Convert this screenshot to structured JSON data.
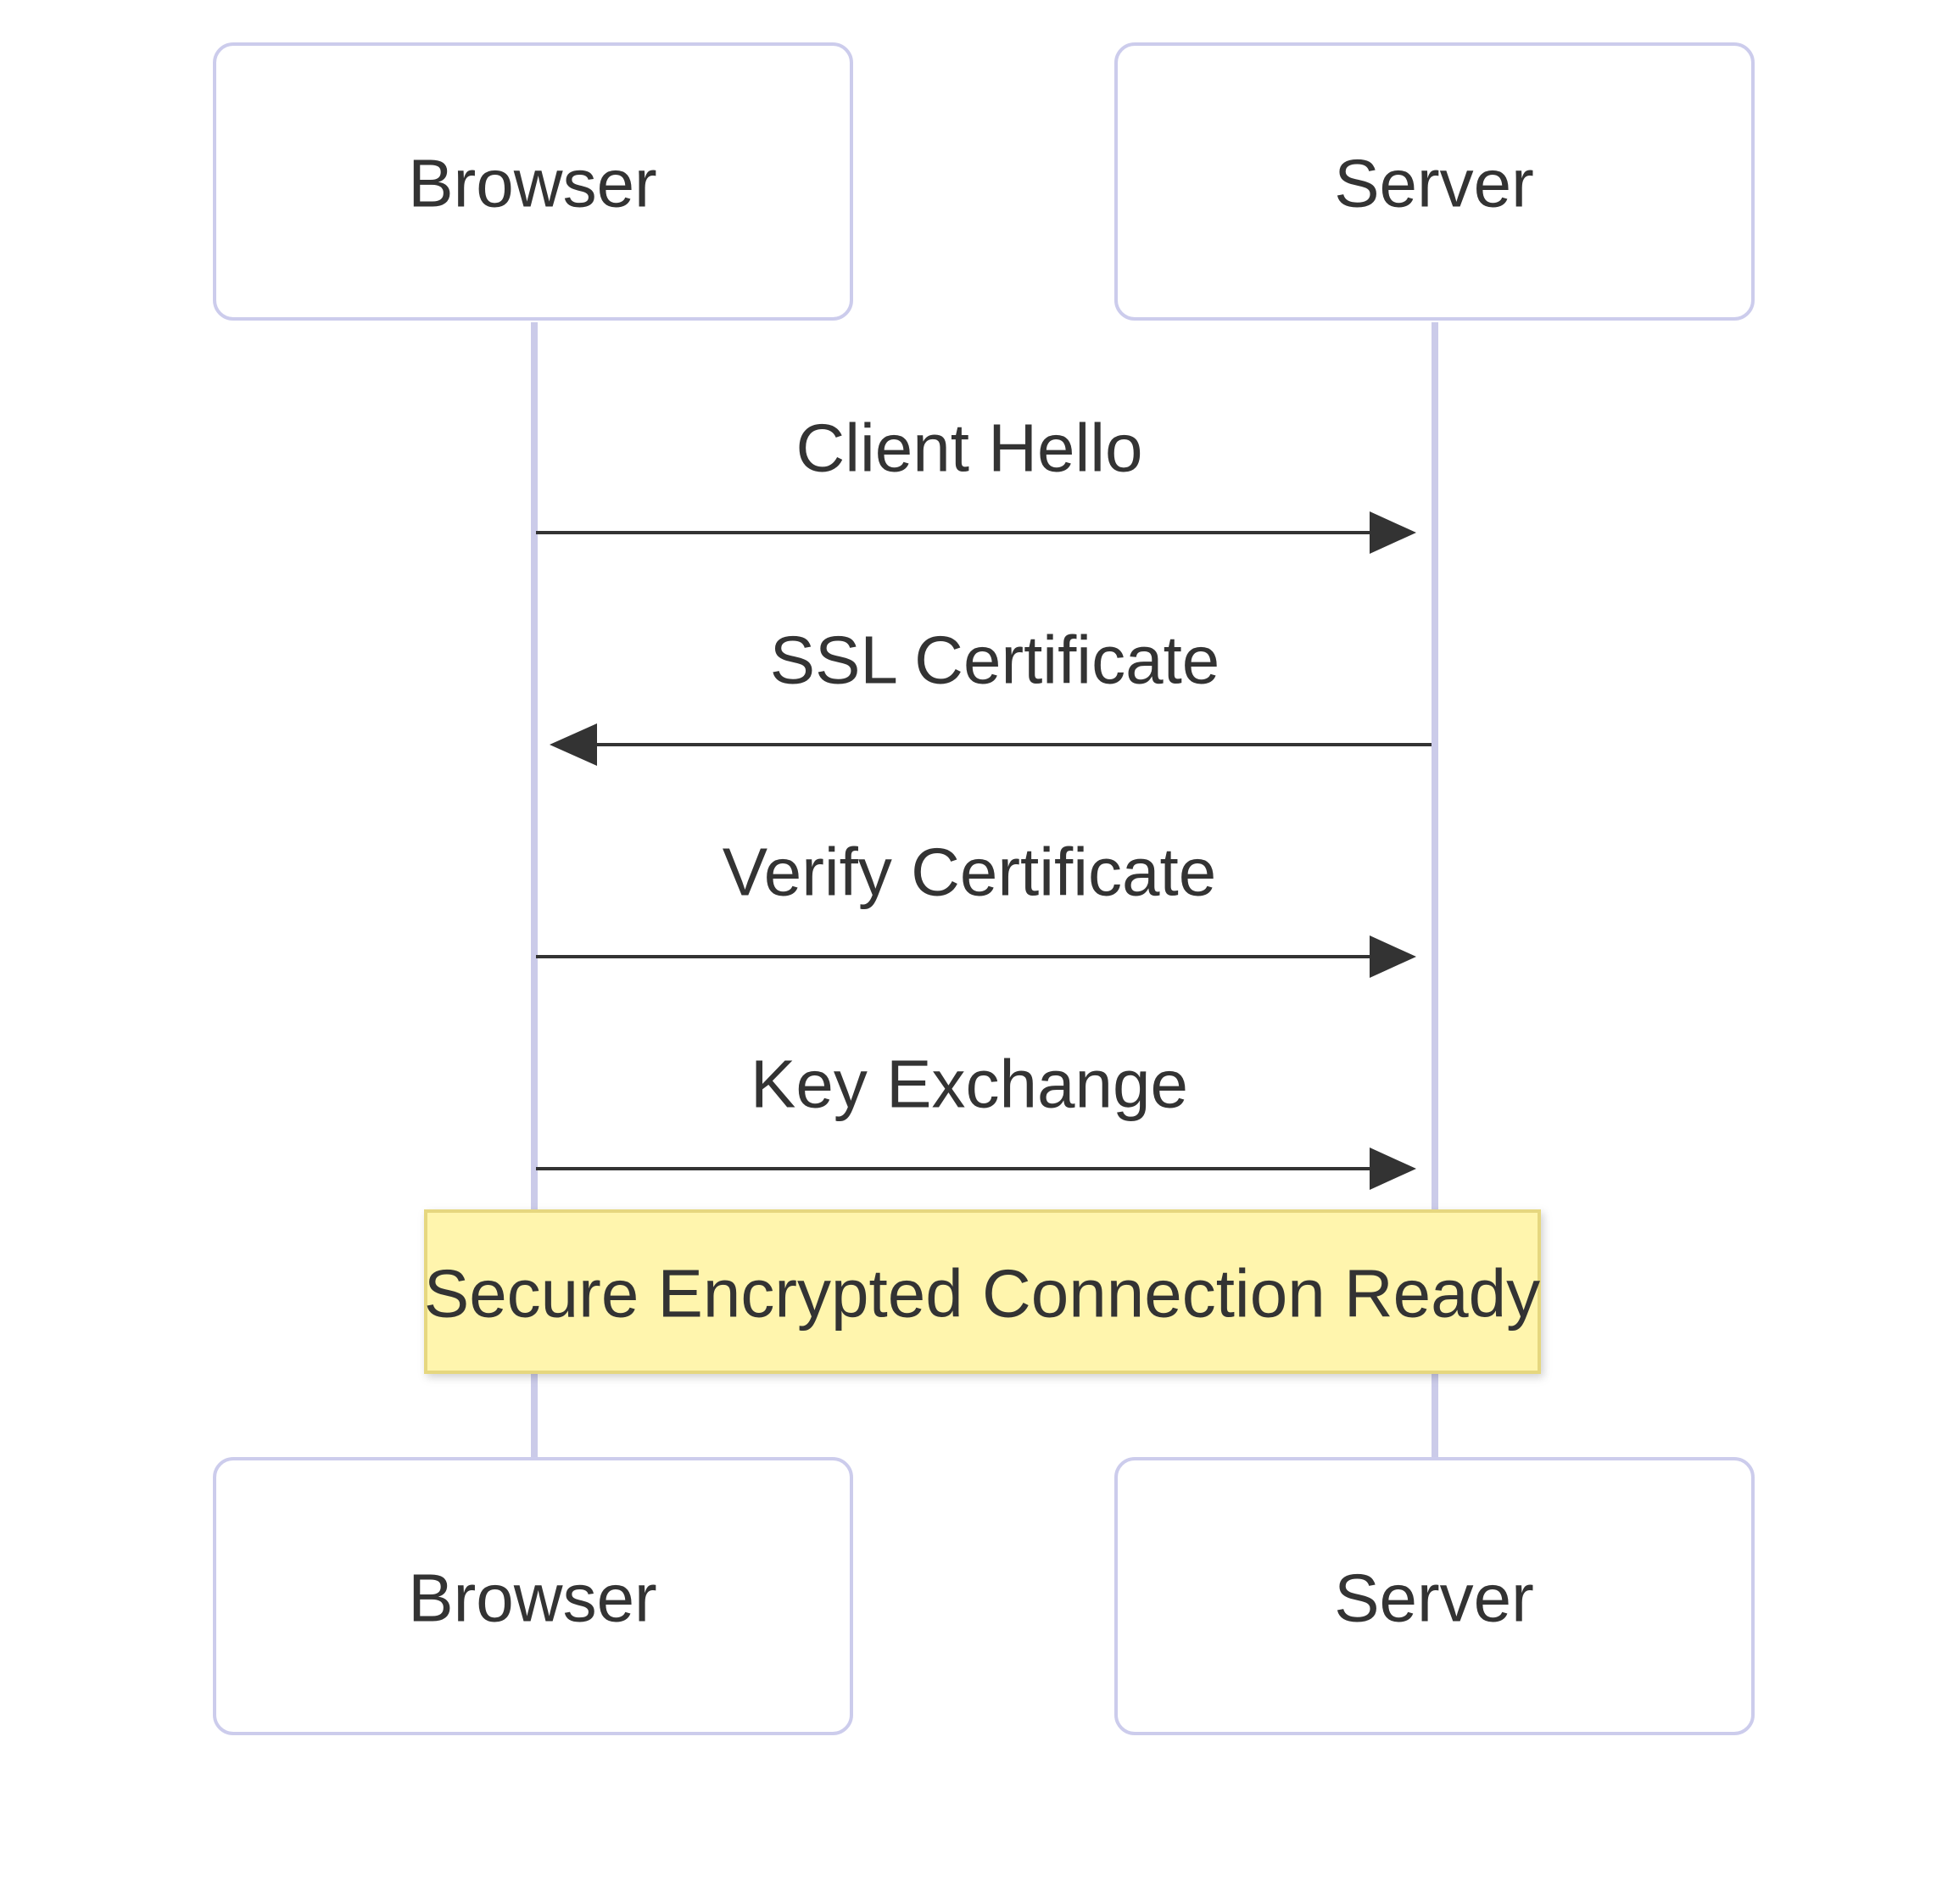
{
  "participants": [
    {
      "id": "browser",
      "label": "Browser"
    },
    {
      "id": "server",
      "label": "Server"
    }
  ],
  "messages": [
    {
      "from": "browser",
      "to": "server",
      "label": "Client Hello"
    },
    {
      "from": "server",
      "to": "browser",
      "label": "SSL Certificate"
    },
    {
      "from": "browser",
      "to": "server",
      "label": "Verify Certificate"
    },
    {
      "from": "browser",
      "to": "server",
      "label": "Key Exchange"
    }
  ],
  "note": {
    "over": [
      "browser",
      "server"
    ],
    "text": "Secure Encrypted Connection Ready"
  },
  "colors": {
    "actor_border": "#ccccec",
    "lifeline": "#cbcbe9",
    "message": "#333333",
    "note_fill": "#fff5ad",
    "note_border": "#e6d77f"
  }
}
